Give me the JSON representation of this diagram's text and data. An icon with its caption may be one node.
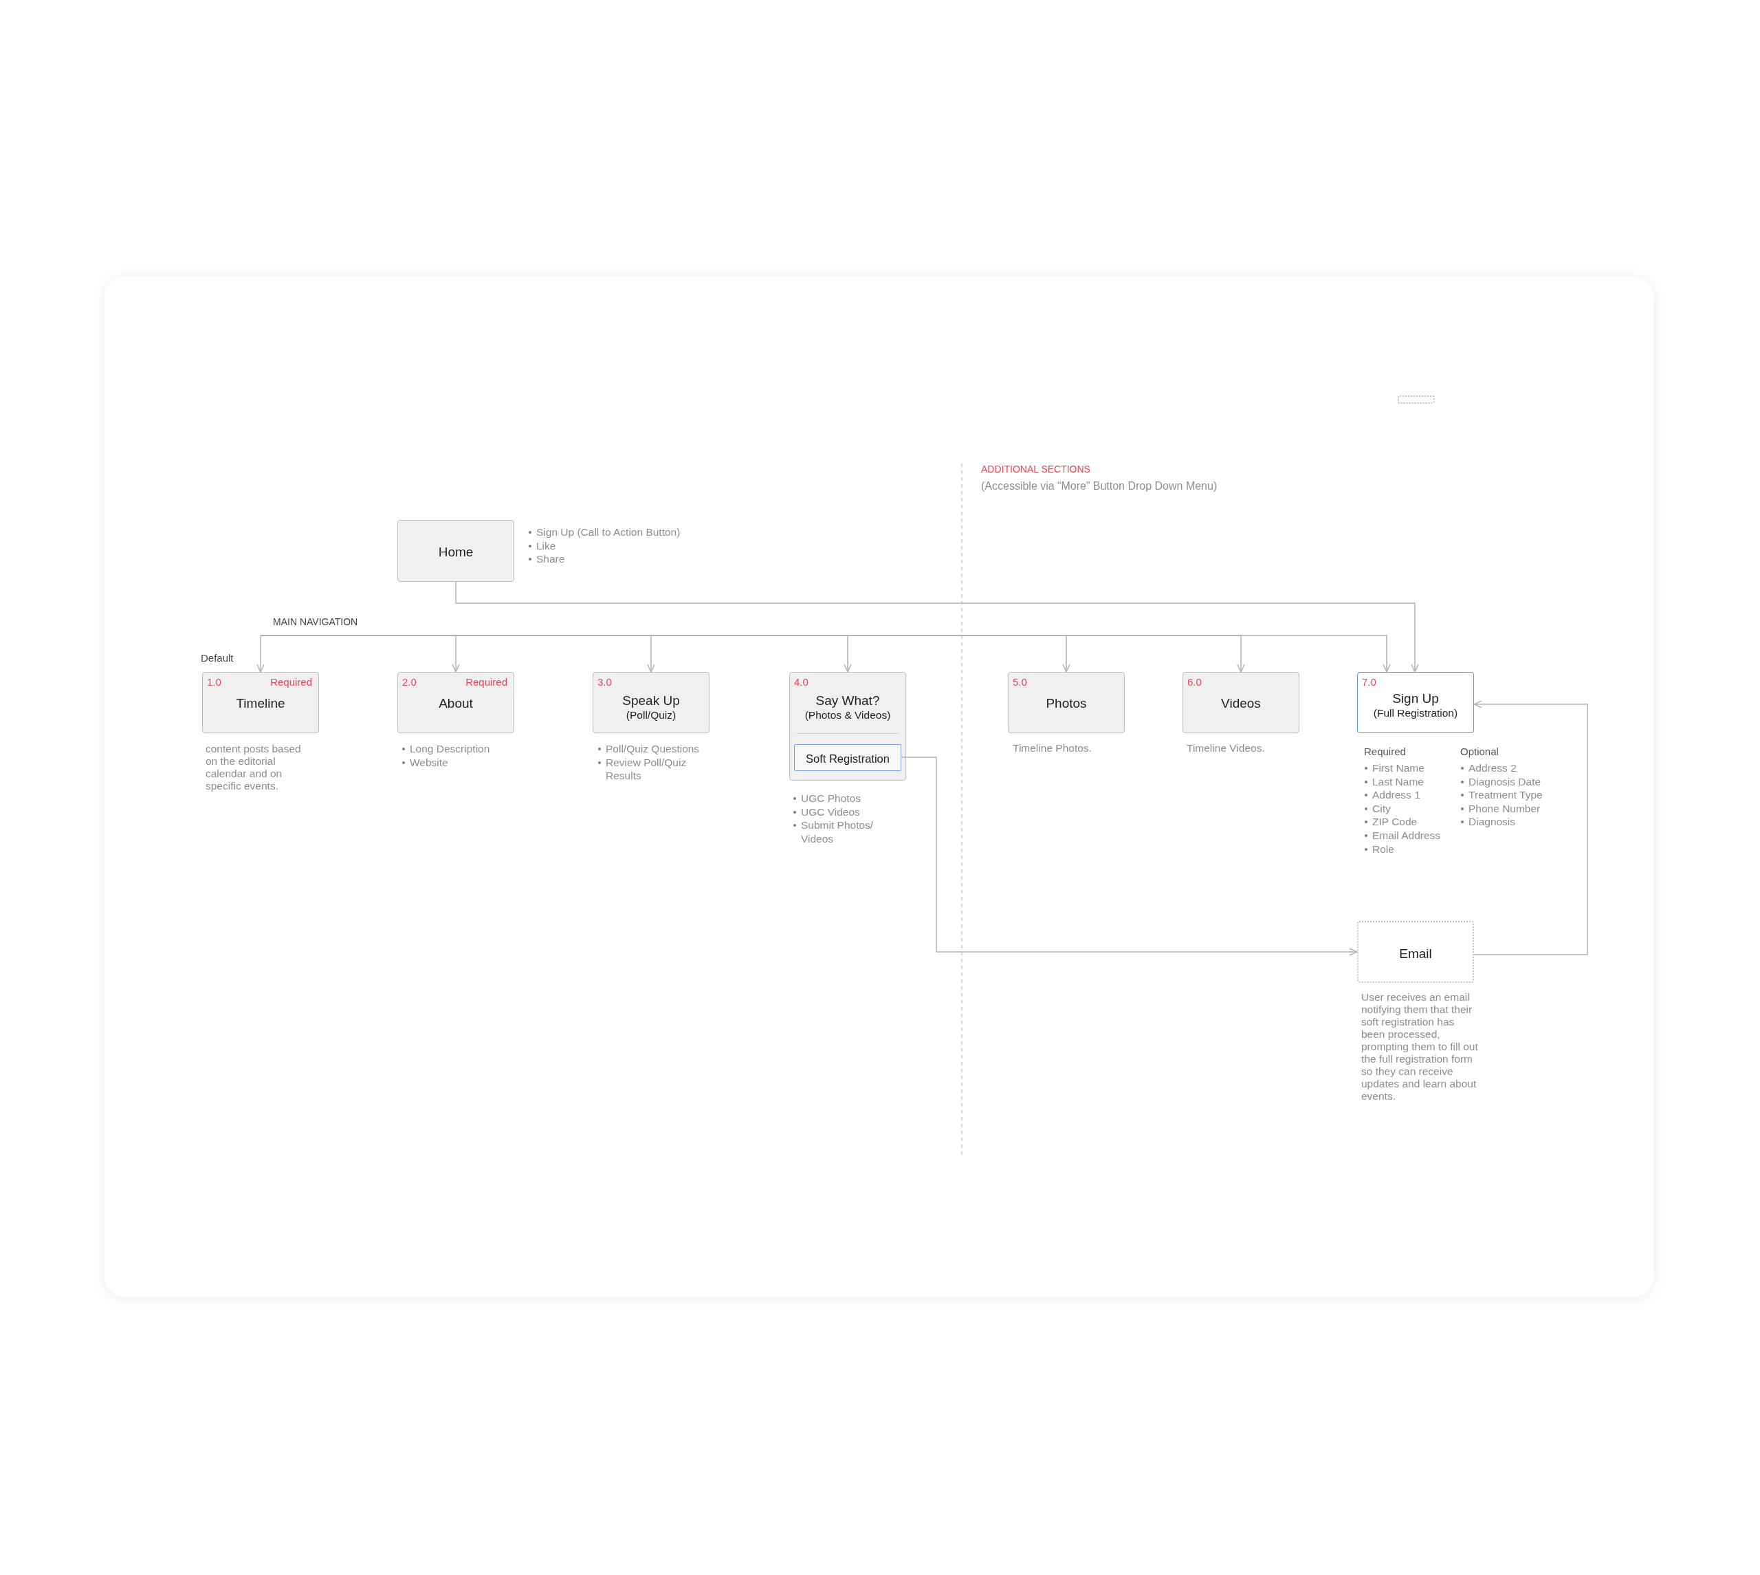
{
  "diagram": {
    "nodes": [
      {
        "text": [],
        "shape": "box"
      },
      {
        "text": [
          "Home"
        ],
        "beside": [
          "Sign Up (Call to Action Button)",
          "Like",
          "Share"
        ]
      },
      {
        "text": [
          "1.0",
          "Required",
          "Timeline"
        ],
        "beside": [
          "content posts based on the editorial calendar and on specific events."
        ]
      },
      {
        "text": [
          "2.0",
          "Required",
          "About"
        ],
        "beside": [
          "Long Description",
          "Website"
        ]
      },
      {
        "text": [
          "3.0",
          "Speak Up",
          "(Poll/Quiz)"
        ],
        "beside": [
          "Poll/Quiz Questions",
          "Review Poll/Quiz Results"
        ]
      },
      {
        "text": [
          "4.0",
          "Say What?",
          "(Photos & Videos)"
        ],
        "beside": [
          "UGC Photos",
          "UGC Videos",
          "Submit Photos/ Videos"
        ]
      },
      {
        "text": [
          "Soft Registration"
        ],
        "in": 5
      },
      {
        "text": [
          "5.0",
          "Photos"
        ],
        "beside": [
          "Timeline Photos."
        ]
      },
      {
        "text": [
          "6.0",
          "Videos"
        ],
        "beside": [
          "Timeline Videos."
        ]
      },
      {
        "text": [
          "7.0",
          "Sign Up",
          "(Full Registration)"
        ],
        "beside": [
          "Required",
          "First Name",
          "Last Name",
          "Address 1",
          "City",
          "ZIP Code",
          "Email Address",
          "Role",
          "Optional",
          "Address 2",
          "Diagnosis Date",
          "Treatment Type",
          "Phone Number",
          "Diagnosis"
        ]
      },
      {
        "text": [
          "Email"
        ],
        "beside": [
          "User receives an email notifying them that their soft registration has been processed, prompting them to fill out the full registration form so they can receive updates and learn about events."
        ]
      }
    ],
    "edges": [
      {
        "from": 1,
        "to": 9,
        "arrow": "to"
      },
      {
        "from": null,
        "to": 2,
        "arrow": "to"
      },
      {
        "from": null,
        "to": 3,
        "arrow": "to"
      },
      {
        "from": null,
        "to": 4,
        "arrow": "to"
      },
      {
        "from": null,
        "to": 5,
        "arrow": "to"
      },
      {
        "from": null,
        "to": 7,
        "arrow": "to"
      },
      {
        "from": null,
        "to": 8,
        "arrow": "to"
      },
      {
        "from": null,
        "to": 9,
        "arrow": "to"
      },
      {
        "from": 6,
        "to": 10,
        "arrow": "to"
      },
      {
        "from": 10,
        "to": 9,
        "arrow": "to"
      }
    ],
    "labels": [
      "ADDITIONAL SECTIONS",
      "(Accessible via “More” Button Drop Down Menu)",
      "MAIN NAVIGATION",
      "Default"
    ]
  }
}
